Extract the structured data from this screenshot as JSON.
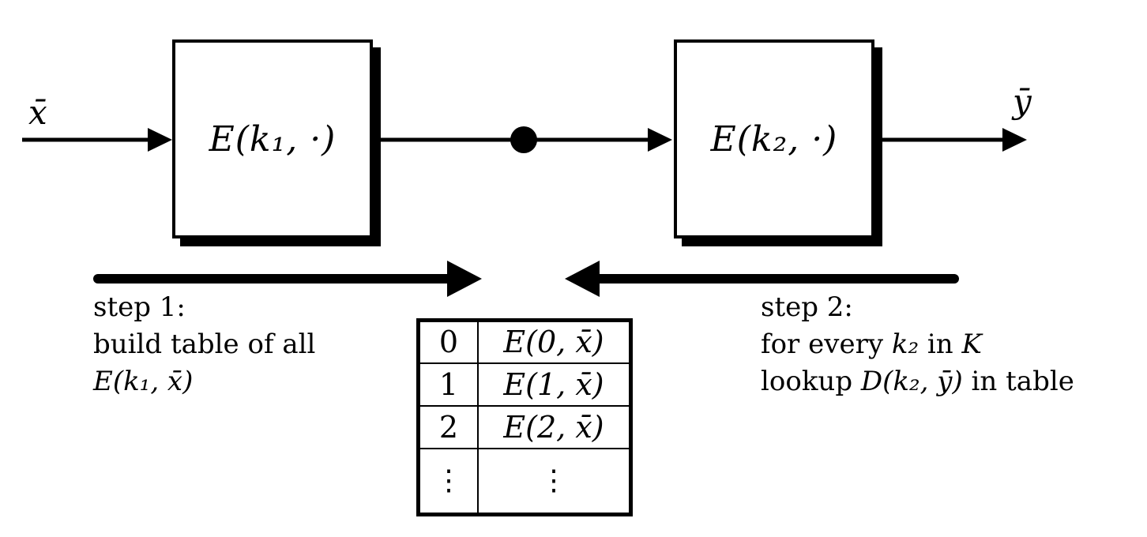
{
  "io": {
    "input_label": "x̄",
    "output_label": "ȳ"
  },
  "boxes": {
    "box1_label": "E(k₁, ·)",
    "box2_label": "E(k₂, ·)"
  },
  "step1": {
    "line1": "step 1:",
    "line2": "build table of all",
    "line3_math": "E(k₁, x̄)"
  },
  "step2": {
    "line1": "step 2:",
    "line2_prefix": "for every ",
    "line2_math": "k₂",
    "line2_mid": " in ",
    "line2_set": "K",
    "line3_prefix": "lookup ",
    "line3_math": "D(k₂, ȳ)",
    "line3_suffix": " in table"
  },
  "table": {
    "rows": [
      {
        "key": "0",
        "value": "E(0, x̄)"
      },
      {
        "key": "1",
        "value": "E(1, x̄)"
      },
      {
        "key": "2",
        "value": "E(2, x̄)"
      },
      {
        "key": "⋮",
        "value": "⋮"
      }
    ]
  },
  "colors": {
    "ink": "#000000",
    "background": "#ffffff"
  }
}
